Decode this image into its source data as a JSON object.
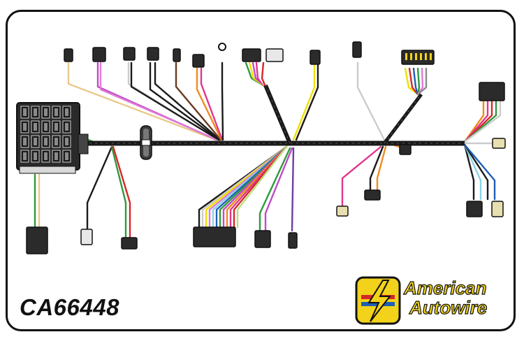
{
  "part_number": "CA66448",
  "brand": {
    "line1": "American",
    "line2": "Autowire"
  },
  "colors": {
    "harness": "#1a1a1a",
    "brand_yellow": "#f2d21b",
    "brand_red": "#d62828",
    "brand_blue": "#1f5fb4",
    "connector": "#2b2b2b",
    "border": "#111111"
  },
  "icons": {
    "fuse_block": "fuse-block-icon",
    "logo_badge": "lightning-bolt-icon"
  }
}
